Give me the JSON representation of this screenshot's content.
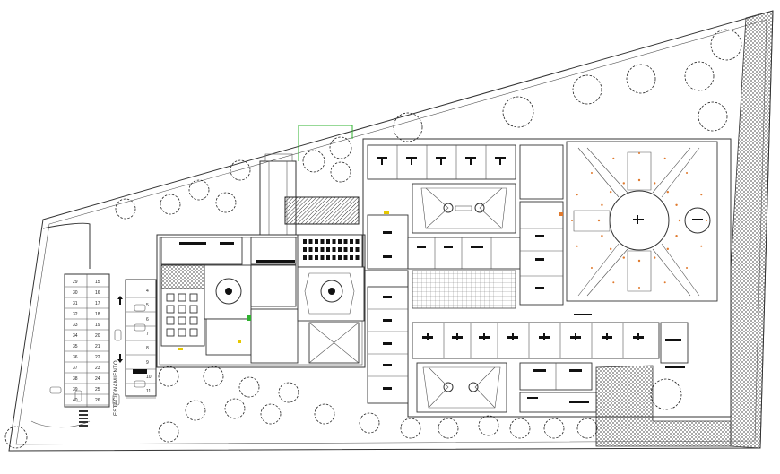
{
  "parking": {
    "label": "ESTACIONAMIENTO",
    "left_column": [
      "29",
      "30",
      "31",
      "32",
      "33",
      "34",
      "35",
      "36",
      "37",
      "38",
      "39",
      "40"
    ],
    "right_column": [
      "15",
      "16",
      "17",
      "18",
      "19",
      "20",
      "21",
      "22",
      "23",
      "24",
      "25",
      "26"
    ],
    "right_column_row_labels": [
      "4",
      "5",
      "6",
      "7",
      "8",
      "9",
      "10",
      "11"
    ]
  },
  "colors": {
    "lines": "#333333",
    "hatch": "#444444",
    "accent_orange": "#e07a2e",
    "accent_green": "#2fb32f",
    "accent_yellow": "#e6c800"
  }
}
